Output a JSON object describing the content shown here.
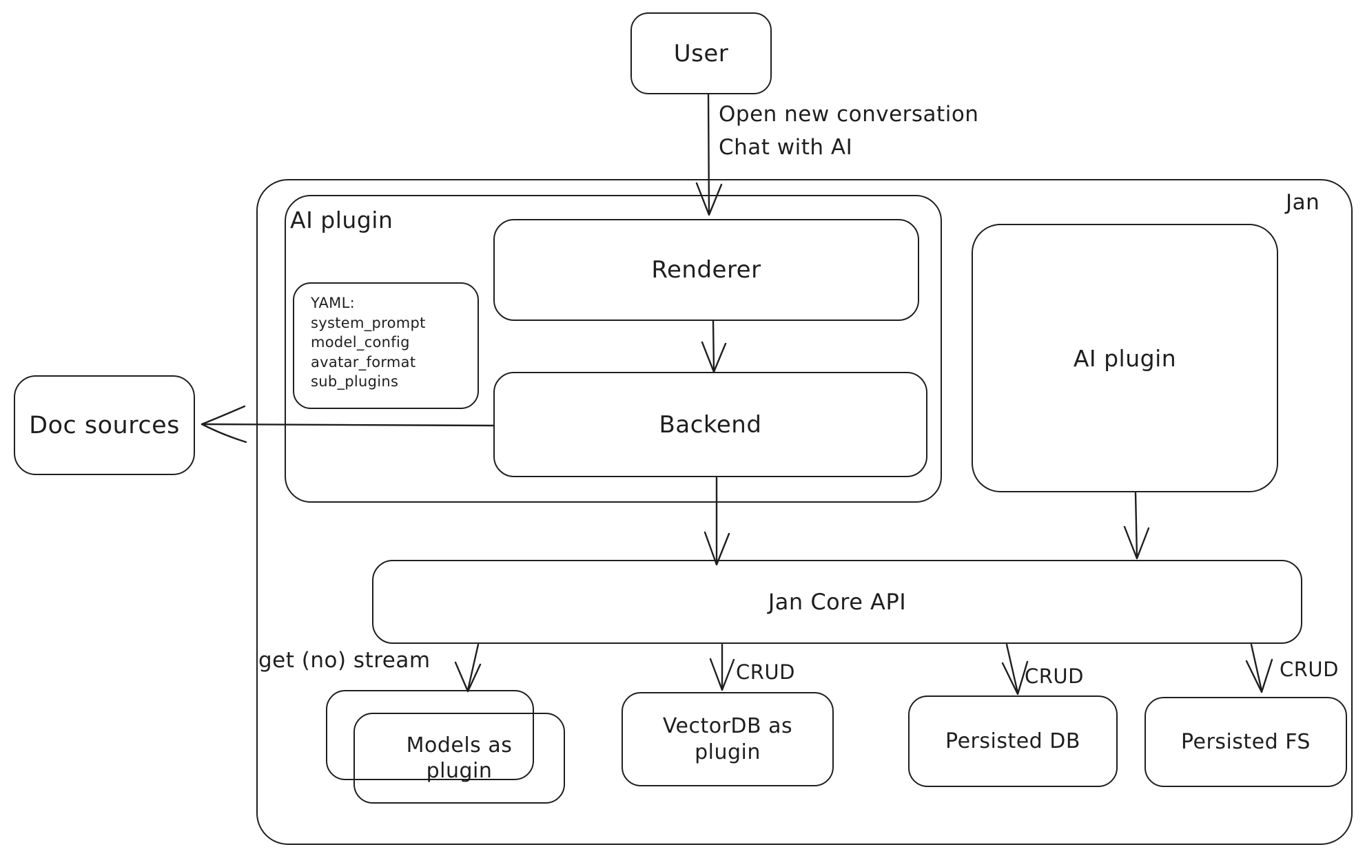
{
  "diagram": {
    "colors": {
      "stroke": "#1e1e1e",
      "background": "#ffffff"
    },
    "nodes": {
      "user": "User",
      "jan_container": "Jan",
      "ai_plugin_group": "AI plugin",
      "yaml_note": {
        "lines": [
          "YAML:",
          "system_prompt",
          "model_config",
          "avatar_format",
          "sub_plugins"
        ]
      },
      "renderer": "Renderer",
      "backend": "Backend",
      "ai_plugin_right": "AI plugin",
      "doc_sources": "Doc sources",
      "jan_core_api": "Jan Core API",
      "models_as_plugin": "Models as plugin",
      "vectordb_as_plugin": "VectorDB as plugin",
      "persisted_db": "Persisted DB",
      "persisted_fs": "Persisted FS"
    },
    "edge_labels": {
      "user_flow_line1": "Open new conversation",
      "user_flow_line2": "Chat with AI",
      "models_stream": "get (no) stream",
      "vectordb_crud": "CRUD",
      "persisted_db_crud": "CRUD",
      "persisted_fs_crud": "CRUD"
    }
  }
}
